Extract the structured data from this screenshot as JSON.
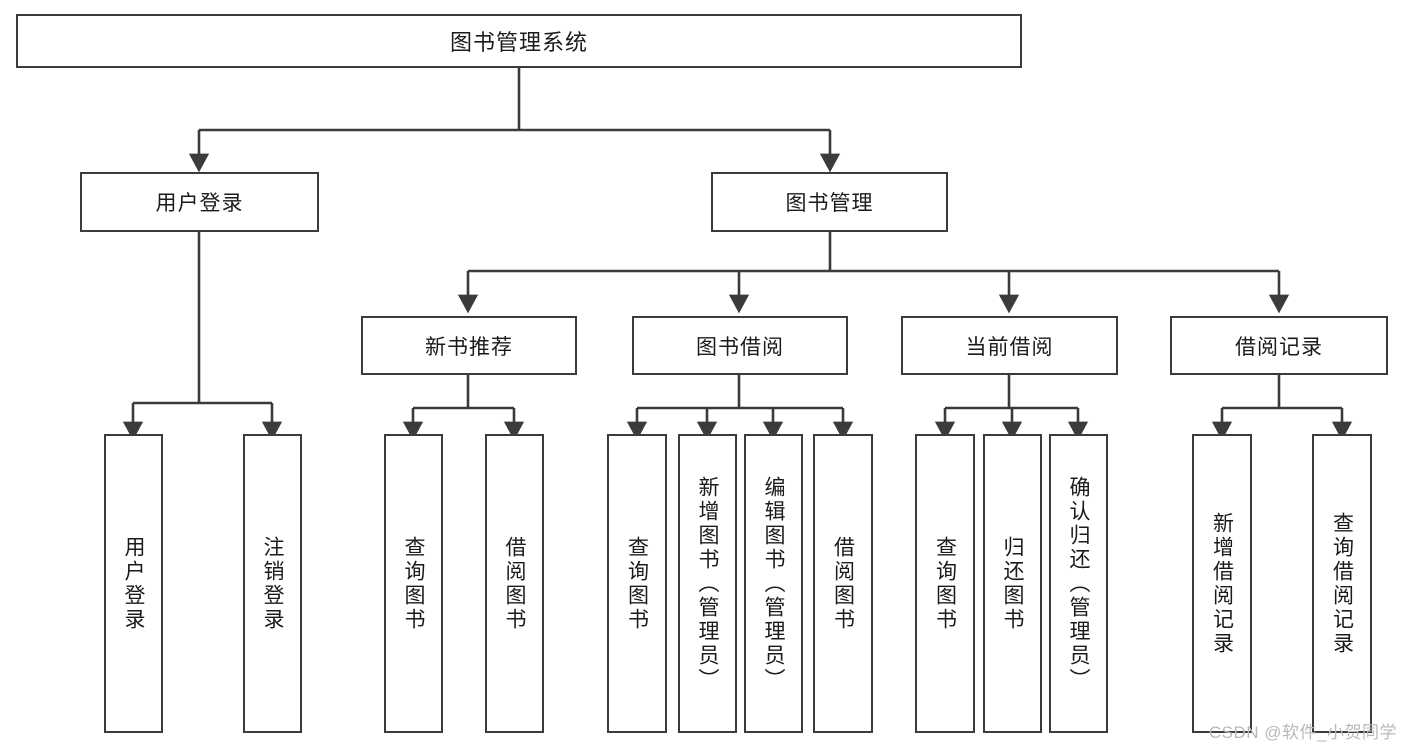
{
  "diagram": {
    "type": "tree-hierarchy-chart",
    "title": "图书管理系统",
    "watermark": "CSDN @软件_小贺同学",
    "colors": {
      "box_border": "#3b3b3b",
      "box_fill": "#ffffff",
      "connector": "#3b3b3b",
      "text": "#1b1b1b",
      "watermark": "#b9b9b9"
    },
    "nodes": {
      "root": {
        "label": "图书管理系统",
        "level": 0,
        "orientation": "horizontal"
      },
      "user_login": {
        "label": "用户登录",
        "level": 1,
        "orientation": "horizontal"
      },
      "book_manage": {
        "label": "图书管理",
        "level": 1,
        "orientation": "horizontal"
      },
      "new_book_rec": {
        "label": "新书推荐",
        "level": 2,
        "orientation": "horizontal"
      },
      "book_borrow": {
        "label": "图书借阅",
        "level": 2,
        "orientation": "horizontal"
      },
      "current_borrow": {
        "label": "当前借阅",
        "level": 2,
        "orientation": "horizontal"
      },
      "borrow_record": {
        "label": "借阅记录",
        "level": 2,
        "orientation": "horizontal"
      },
      "leaf_user_login": {
        "label": "用户登录",
        "level": 3,
        "orientation": "vertical"
      },
      "leaf_logout": {
        "label": "注销登录",
        "level": 3,
        "orientation": "vertical"
      },
      "leaf_query_book_a": {
        "label": "查询图书",
        "level": 3,
        "orientation": "vertical"
      },
      "leaf_borrow_book_a": {
        "label": "借阅图书",
        "level": 3,
        "orientation": "vertical"
      },
      "leaf_query_book_b": {
        "label": "查询图书",
        "level": 3,
        "orientation": "vertical"
      },
      "leaf_add_book": {
        "label": "新增图书（管理员）",
        "level": 3,
        "orientation": "vertical"
      },
      "leaf_edit_book": {
        "label": "编辑图书（管理员）",
        "level": 3,
        "orientation": "vertical"
      },
      "leaf_borrow_book_b": {
        "label": "借阅图书",
        "level": 3,
        "orientation": "vertical"
      },
      "leaf_query_book_c": {
        "label": "查询图书",
        "level": 3,
        "orientation": "vertical"
      },
      "leaf_return_book": {
        "label": "归还图书",
        "level": 3,
        "orientation": "vertical"
      },
      "leaf_confirm_return": {
        "label": "确认归还（管理员）",
        "level": 3,
        "orientation": "vertical"
      },
      "leaf_add_record": {
        "label": "新增借阅记录",
        "level": 3,
        "orientation": "vertical"
      },
      "leaf_query_record": {
        "label": "查询借阅记录",
        "level": 3,
        "orientation": "vertical"
      }
    },
    "edges": [
      {
        "from": "root",
        "to": "user_login"
      },
      {
        "from": "root",
        "to": "book_manage"
      },
      {
        "from": "book_manage",
        "to": "new_book_rec"
      },
      {
        "from": "book_manage",
        "to": "book_borrow"
      },
      {
        "from": "book_manage",
        "to": "current_borrow"
      },
      {
        "from": "book_manage",
        "to": "borrow_record"
      },
      {
        "from": "user_login",
        "to": "leaf_user_login"
      },
      {
        "from": "user_login",
        "to": "leaf_logout"
      },
      {
        "from": "new_book_rec",
        "to": "leaf_query_book_a"
      },
      {
        "from": "new_book_rec",
        "to": "leaf_borrow_book_a"
      },
      {
        "from": "book_borrow",
        "to": "leaf_query_book_b"
      },
      {
        "from": "book_borrow",
        "to": "leaf_add_book"
      },
      {
        "from": "book_borrow",
        "to": "leaf_edit_book"
      },
      {
        "from": "book_borrow",
        "to": "leaf_borrow_book_b"
      },
      {
        "from": "current_borrow",
        "to": "leaf_query_book_c"
      },
      {
        "from": "current_borrow",
        "to": "leaf_return_book"
      },
      {
        "from": "current_borrow",
        "to": "leaf_confirm_return"
      },
      {
        "from": "borrow_record",
        "to": "leaf_add_record"
      },
      {
        "from": "borrow_record",
        "to": "leaf_query_record"
      }
    ]
  }
}
